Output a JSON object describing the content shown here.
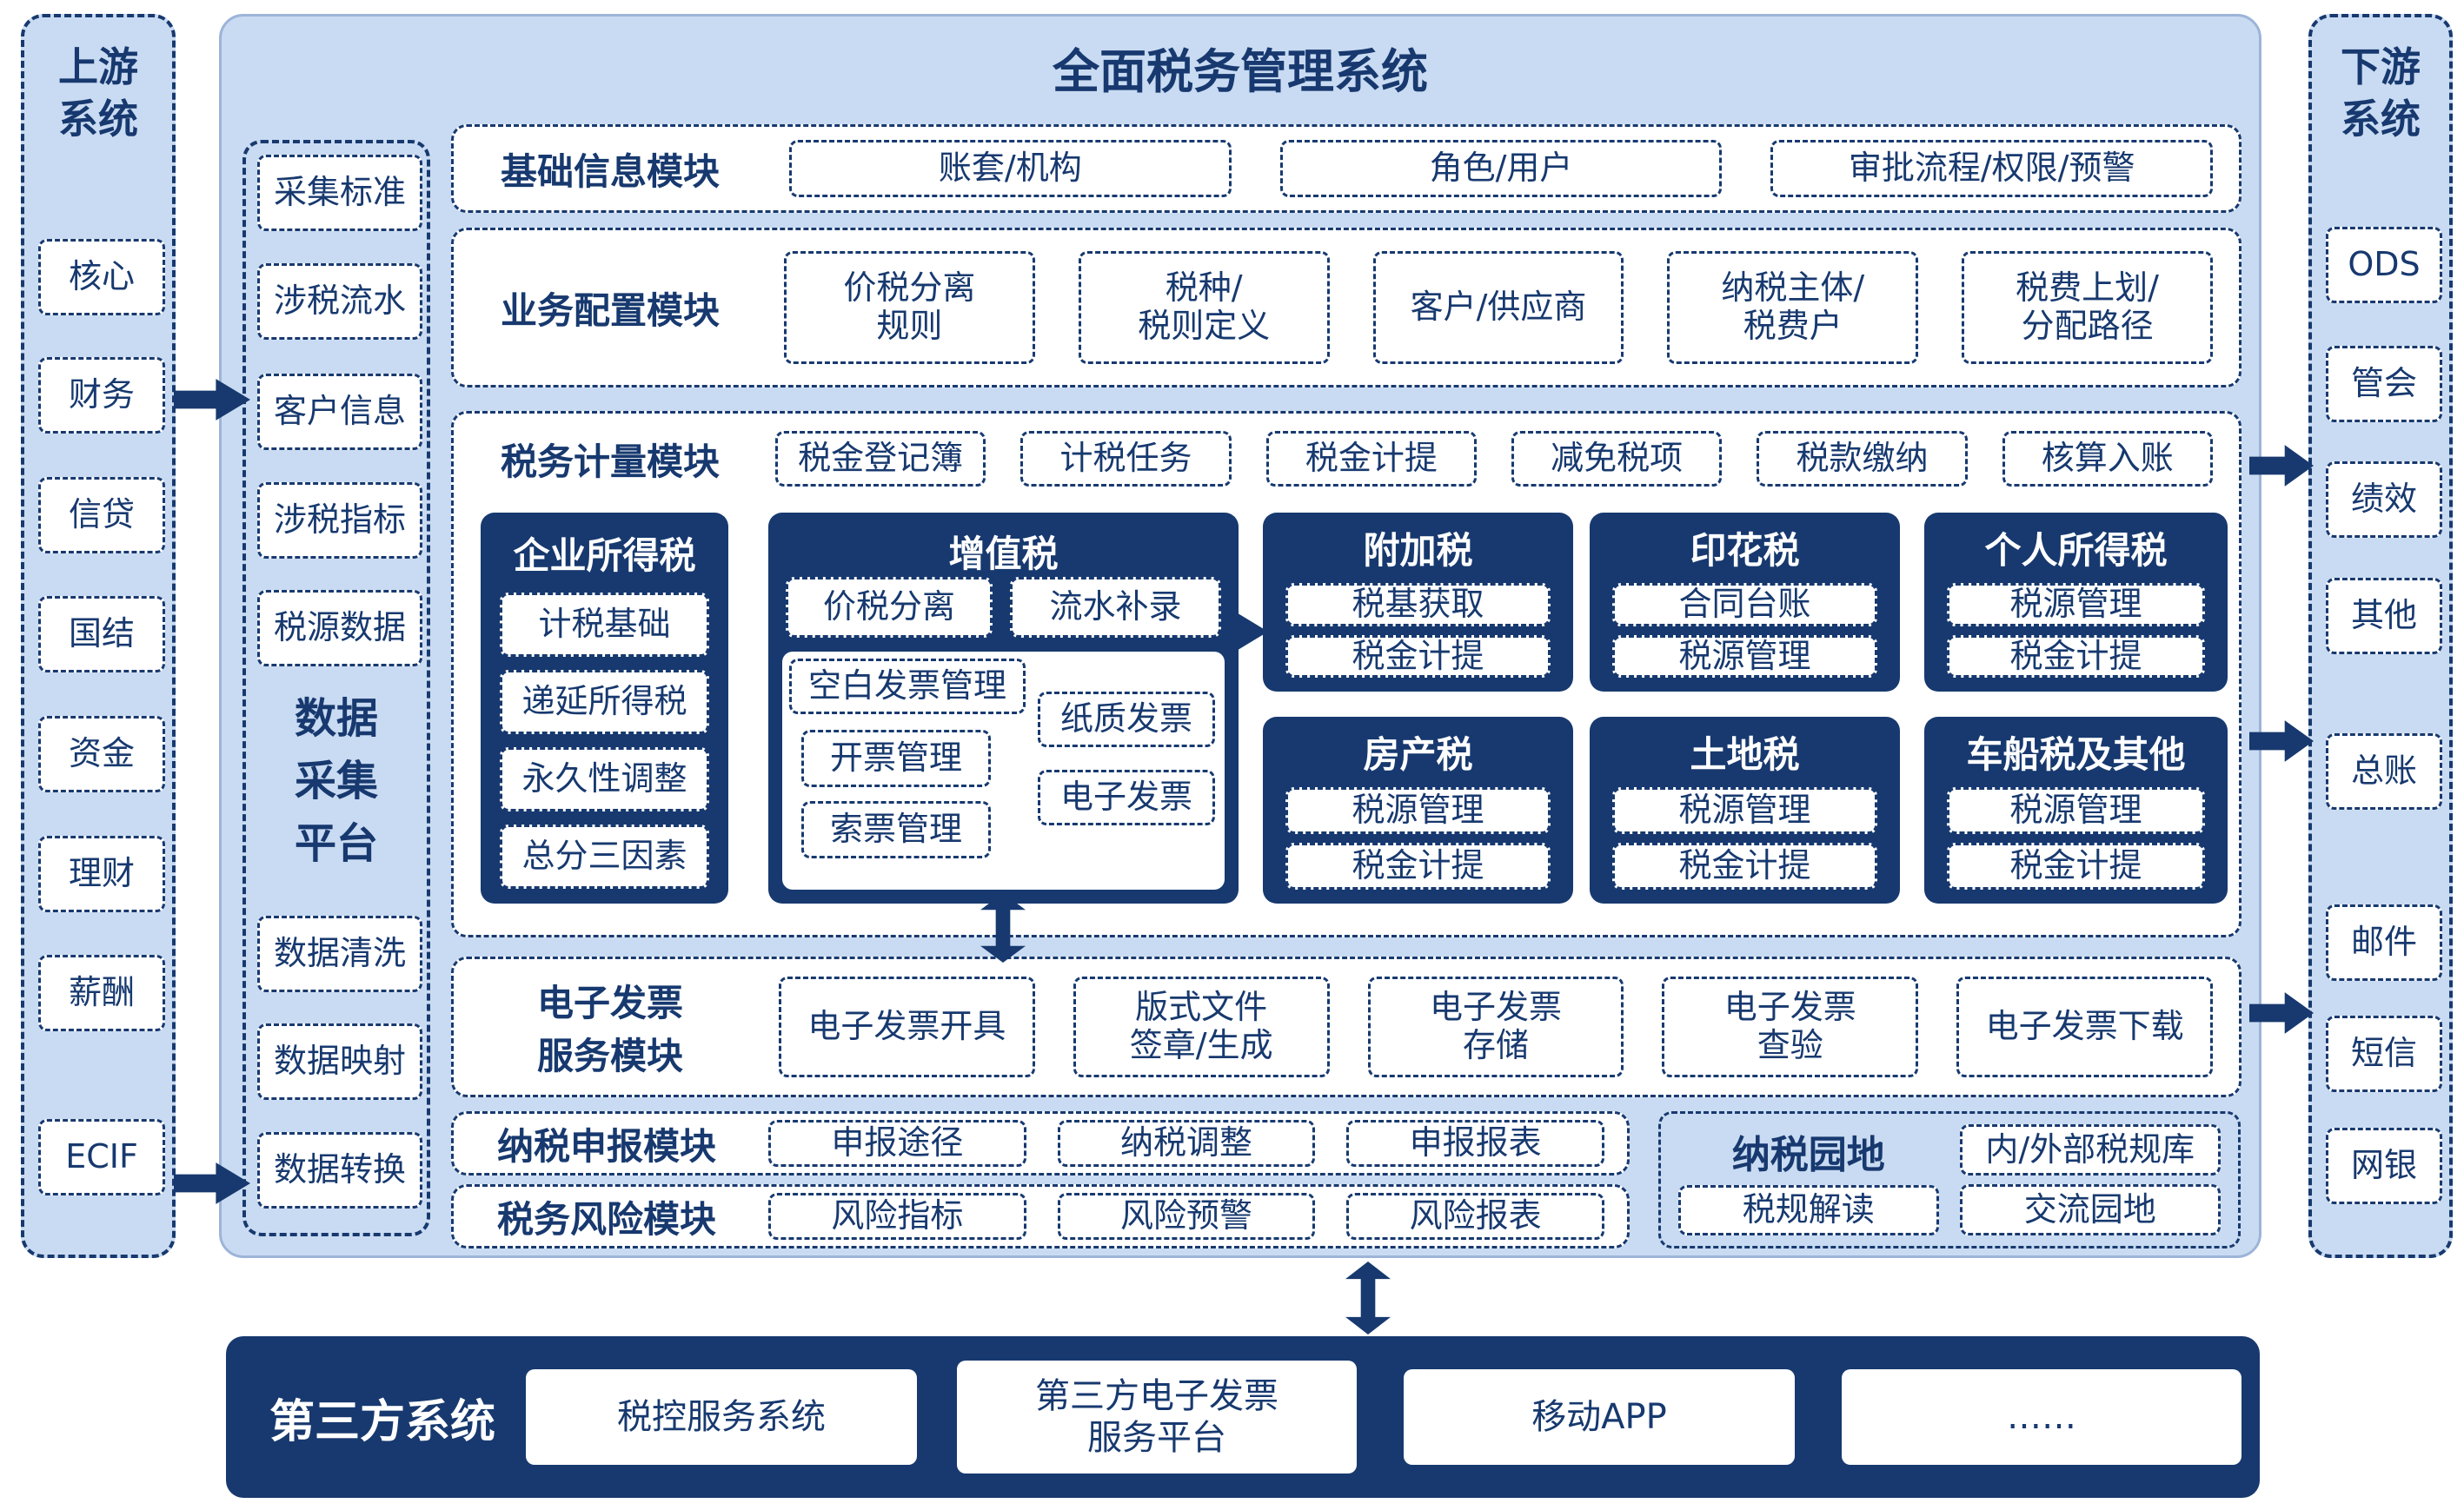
{
  "colors": {
    "navy": "#17396f",
    "panel_blue": "#c9dbf2",
    "white": "#ffffff"
  },
  "upstream": {
    "title": "上游\n系统",
    "items": [
      "核心",
      "财务",
      "信贷",
      "国结",
      "资金",
      "理财",
      "薪酬",
      "ECIF"
    ]
  },
  "downstream": {
    "title": "下游\n系统",
    "items": [
      "ODS",
      "管会",
      "绩效",
      "其他",
      "总账",
      "邮件",
      "短信",
      "网银"
    ]
  },
  "data_platform": {
    "title": "数据\n采集\n平台",
    "top_items": [
      "采集标准",
      "涉税流水",
      "客户信息",
      "涉税指标",
      "税源数据"
    ],
    "bottom_items": [
      "数据清洗",
      "数据映射",
      "数据转换"
    ]
  },
  "main": {
    "title": "全面税务管理系统"
  },
  "basic_info": {
    "label": "基础信息模块",
    "items": [
      "账套/机构",
      "角色/用户",
      "审批流程/权限/预警"
    ]
  },
  "business_config": {
    "label": "业务配置模块",
    "items": [
      "价税分离\n规则",
      "税种/\n税则定义",
      "客户/供应商",
      "纳税主体/\n税费户",
      "税费上划/\n分配路径"
    ]
  },
  "tax_measure": {
    "label": "税务计量模块",
    "top_items": [
      "税金登记簿",
      "计税任务",
      "税金计提",
      "减免税项",
      "税款缴纳",
      "核算入账"
    ],
    "corporate": {
      "title": "企业所得税",
      "items": [
        "计税基础",
        "递延所得税",
        "永久性调整",
        "总分三因素"
      ]
    },
    "vat": {
      "title": "增值税",
      "row": [
        "价税分离",
        "流水补录"
      ],
      "left": [
        "空白发票管理",
        "开票管理",
        "索票管理"
      ],
      "right": [
        "纸质发票",
        "电子发票"
      ]
    },
    "surtax": {
      "title": "附加税",
      "items": [
        "税基获取",
        "税金计提"
      ]
    },
    "stamp": {
      "title": "印花税",
      "items": [
        "合同台账",
        "税源管理"
      ]
    },
    "personal": {
      "title": "个人所得税",
      "items": [
        "税源管理",
        "税金计提"
      ]
    },
    "property": {
      "title": "房产税",
      "items": [
        "税源管理",
        "税金计提"
      ]
    },
    "land": {
      "title": "土地税",
      "items": [
        "税源管理",
        "税金计提"
      ]
    },
    "vehicle": {
      "title": "车船税及其他",
      "items": [
        "税源管理",
        "税金计提"
      ]
    }
  },
  "einvoice": {
    "label": "电子发票\n服务模块",
    "items": [
      "电子发票开具",
      "版式文件\n签章/生成",
      "电子发票\n存储",
      "电子发票\n查验",
      "电子发票下载"
    ]
  },
  "declare": {
    "label": "纳税申报模块",
    "items": [
      "申报途径",
      "纳税调整",
      "申报报表"
    ]
  },
  "risk": {
    "label": "税务风险模块",
    "items": [
      "风险指标",
      "风险预警",
      "风险报表"
    ]
  },
  "garden": {
    "label": "纳税园地",
    "items": [
      "税规解读",
      "内/外部税规库",
      "交流园地"
    ]
  },
  "third_party": {
    "label": "第三方系统",
    "items": [
      "税控服务系统",
      "第三方电子发票\n服务平台",
      "移动APP",
      "……"
    ]
  }
}
